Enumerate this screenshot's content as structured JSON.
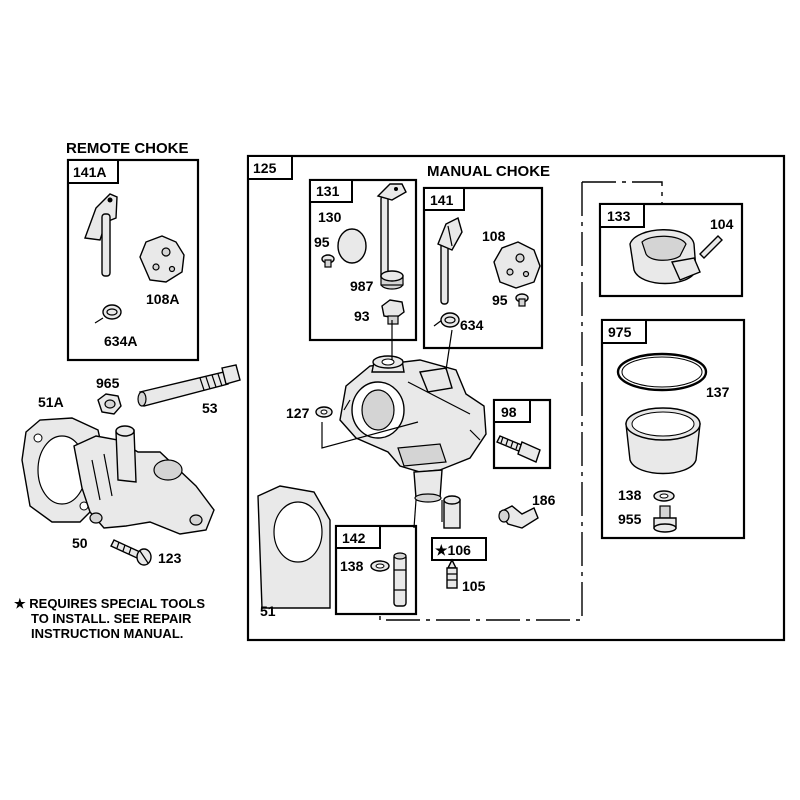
{
  "titles": {
    "remote_choke": "REMOTE CHOKE",
    "manual_choke": "MANUAL CHOKE"
  },
  "boxes": {
    "b141A": "141A",
    "b125": "125",
    "b131": "131",
    "b141": "141",
    "b133": "133",
    "b975": "975",
    "b98": "98",
    "b142": "142",
    "b106": "★106"
  },
  "labels": {
    "l108A": "108A",
    "l634A": "634A",
    "l965": "965",
    "l51A": "51A",
    "l53": "53",
    "l50": "50",
    "l123": "123",
    "l130": "130",
    "l95a": "95",
    "l987": "987",
    "l93": "93",
    "l108": "108",
    "l95b": "95",
    "l634": "634",
    "l104": "104",
    "l137": "137",
    "l138a": "138",
    "l955": "955",
    "l127": "127",
    "l186": "186",
    "l138b": "138",
    "l105": "105",
    "l51": "51"
  },
  "note": {
    "line1": "★ REQUIRES SPECIAL TOOLS",
    "line2": "TO INSTALL.  SEE REPAIR",
    "line3": "INSTRUCTION MANUAL."
  }
}
